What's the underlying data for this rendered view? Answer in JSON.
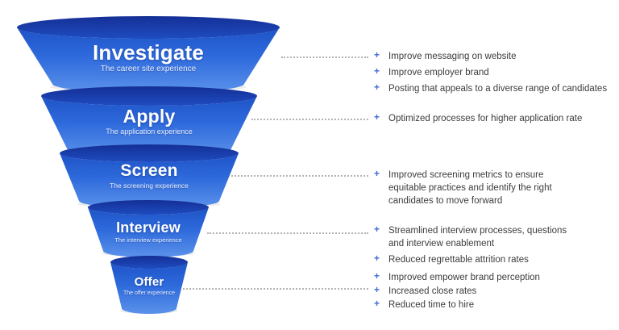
{
  "diagram": {
    "bullet_marker": "+",
    "stages": [
      {
        "title": "Investigate",
        "subtitle": "The career site experience",
        "points": [
          "Improve messaging on website",
          "Improve employer brand",
          "Posting that appeals to a diverse range of candidates"
        ]
      },
      {
        "title": "Apply",
        "subtitle": "The application experience",
        "points": [
          "Optimized processes for higher application rate"
        ]
      },
      {
        "title": "Screen",
        "subtitle": "The screening experience",
        "points": [
          "Improved screening metrics to ensure equitable practices and identify the right candidates to move forward"
        ]
      },
      {
        "title": "Interview",
        "subtitle": "The interview experience",
        "points": [
          "Streamlined interview processes, questions and interview enablement",
          "Reduced regrettable attrition rates"
        ]
      },
      {
        "title": "Offer",
        "subtitle": "The offer experience",
        "points": [
          "Improved empower brand perception",
          "Increased close rates",
          "Reduced time to hire"
        ]
      }
    ]
  },
  "colors": {
    "funnel_body_top": "#2260d5",
    "funnel_body_bottom": "#5b92ea",
    "funnel_rim_dark": "#142f96",
    "funnel_rim_light": "#1e4cc0",
    "bullet_plus": "#3f6ad8",
    "point_text": "#3c3c3c",
    "connector_dots": "#b3b3b3"
  }
}
